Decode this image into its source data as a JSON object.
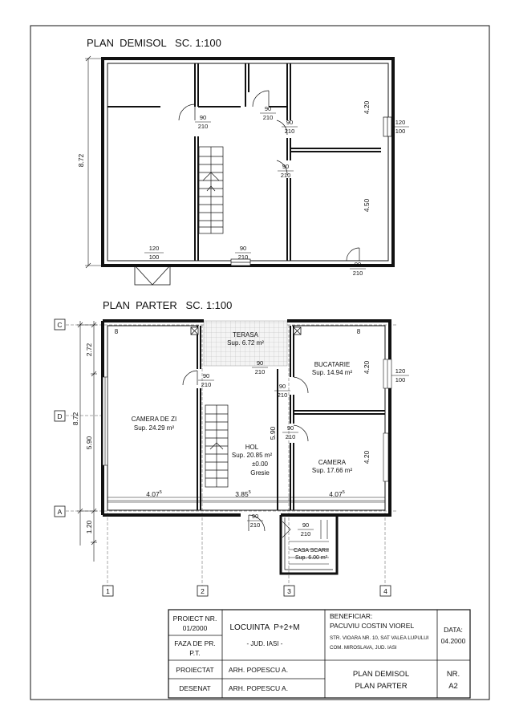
{
  "plans": {
    "demisol_title": "PLAN  DEMISOL   SC. 1:100",
    "parter_title": "PLAN  PARTER   SC. 1:100"
  },
  "demisol": {
    "dims": {
      "total_height": "8.72",
      "upper_right": "4.20",
      "lower_right": "4.50"
    },
    "doors": [
      {
        "w": "90",
        "h": "210"
      },
      {
        "w": "90",
        "h": "210"
      },
      {
        "w": "90",
        "h": "210"
      },
      {
        "w": "90",
        "h": "210"
      },
      {
        "w": "90",
        "h": "210"
      },
      {
        "w": "90",
        "h": "210"
      }
    ],
    "windows": [
      {
        "w": "120",
        "h": "100"
      },
      {
        "w": "120",
        "h": "100"
      }
    ]
  },
  "parter": {
    "axes_letters": [
      "C",
      "D",
      "A"
    ],
    "axes_numbers": [
      "1",
      "2",
      "3",
      "4"
    ],
    "dims": {
      "left_top": "2.72",
      "left_total": "8.72",
      "left_mid": "5.90",
      "left_bottom": "1.20",
      "right_top": "4.20",
      "right_bottom": "4.20",
      "hol_height": "5.90",
      "span1": "4.07",
      "span2": "3.85",
      "span3": "4.07",
      "sup": "5"
    },
    "rooms": {
      "terasa": "TERASA",
      "terasa_sup": "Sup. 6.72 m²",
      "bucatarie": "BUCATARIE",
      "bucatarie_sup": "Sup. 14.94 m²",
      "camera_zi": "CAMERA DE ZI",
      "camera_zi_sup": "Sup. 24.29 m²",
      "hol": "HOL",
      "hol_sup": "Sup. 20.85 m²",
      "hol_level": "±0.00",
      "hol_floor": "Gresie",
      "camera": "CAMERA",
      "camera_sup": "Sup. 17.66 m²",
      "casa_scarii": "CASA SCARII",
      "casa_scarii_sup": "Sup. 6.00 m²"
    },
    "marks": [
      "8",
      "8"
    ],
    "doors": [
      {
        "w": "90",
        "h": "210"
      },
      {
        "w": "90",
        "h": "210"
      },
      {
        "w": "90",
        "h": "210"
      },
      {
        "w": "90",
        "h": "210"
      },
      {
        "w": "90",
        "h": "210"
      },
      {
        "w": "90",
        "h": "210"
      }
    ],
    "window": {
      "w": "120",
      "h": "100"
    }
  },
  "title_block": {
    "proiect_nr_label": "PROIECT NR.",
    "proiect_nr": "01/2000",
    "faza_label": "FAZA DE PR.",
    "faza": "P.T.",
    "proiectat_label": "PROIECTAT",
    "desenat_label": "DESENAT",
    "proiectat_name": "ARH. POPESCU A.",
    "desenat_name": "ARH. POPESCU A.",
    "project_title": "LOCUINTA  P+2+M",
    "project_county": "- JUD. IASI -",
    "beneficiar_label": "BENEFICIAR:",
    "beneficiar_name": "PACUVIU COSTIN VIOREL",
    "address_1": "STR. VIOARA NR. 10, SAT VALEA LUPULUI",
    "address_2": "COM. MIROSLAVA, JUD. IASI",
    "data_label": "DATA:",
    "data": "04.2000",
    "sheet_title_1": "PLAN DEMISOL",
    "sheet_title_2": "PLAN PARTER",
    "nr_label": "NR.",
    "nr": "A2"
  }
}
